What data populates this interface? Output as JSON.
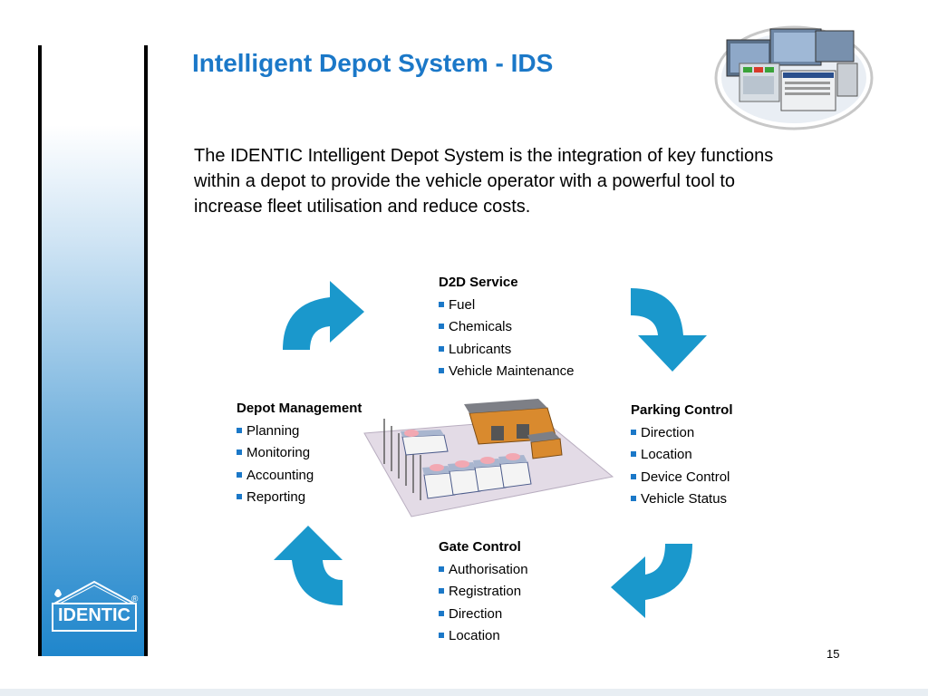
{
  "title": "Intelligent Depot System - IDS",
  "intro": "The IDENTIC Intelligent Depot System is the integration of key functions within a depot to provide the vehicle operator with a powerful tool to increase fleet utilisation and reduce costs.",
  "logo": {
    "text": "IDENTIC",
    "mark": "®"
  },
  "colors": {
    "accent": "#1b78c8",
    "arrow": "#1a98cc"
  },
  "blocks": {
    "d2d": {
      "heading": "D2D Service",
      "items": [
        "Fuel",
        "Chemicals",
        "Lubricants",
        "Vehicle Maintenance"
      ]
    },
    "parking": {
      "heading": "Parking Control",
      "items": [
        "Direction",
        "Location",
        "Device Control",
        "Vehicle Status"
      ]
    },
    "gate": {
      "heading": "Gate Control",
      "items": [
        "Authorisation",
        "Registration",
        "Direction",
        "Location"
      ]
    },
    "depot": {
      "heading": "Depot Management",
      "items": [
        "Planning",
        "Monitoring",
        "Accounting",
        "Reporting"
      ]
    }
  },
  "page_number": "15"
}
